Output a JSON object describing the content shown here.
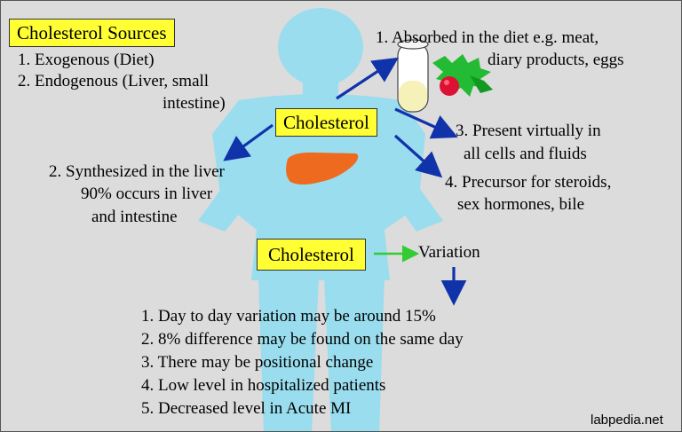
{
  "sources_box": {
    "title": "Cholesterol Sources"
  },
  "sources": [
    "1. Exogenous (Diet)",
    "2. Endogenous (Liver, small",
    "intestine)"
  ],
  "center_label": "Cholesterol",
  "lower_label": "Cholesterol",
  "variation_label": "Variation",
  "point1": [
    "1. Absorbed in the diet e.g. meat,",
    "diary products, eggs"
  ],
  "point2": [
    "2. Synthesized in the liver",
    "90% occurs in liver",
    "and intestine"
  ],
  "point3": [
    "3. Present virtually in",
    "all cells and fluids"
  ],
  "point4": [
    "4. Precursor for steroids,",
    "sex hormones, bile"
  ],
  "variation_list": [
    "1. Day to day variation may be around 15%",
    "2. 8% difference may be found on the same day",
    "3. There may be positional change",
    "4. Low level in hospitalized patients",
    "5. Decreased level in Acute MI"
  ],
  "watermark": "labpedia.net",
  "colors": {
    "body": "#99ddee",
    "label_box": "#ffff33",
    "background": "#dcdcdc",
    "liver": "#ee6a1e",
    "arrow_main": "#1133aa",
    "arrow_variation": "#33cc33"
  }
}
